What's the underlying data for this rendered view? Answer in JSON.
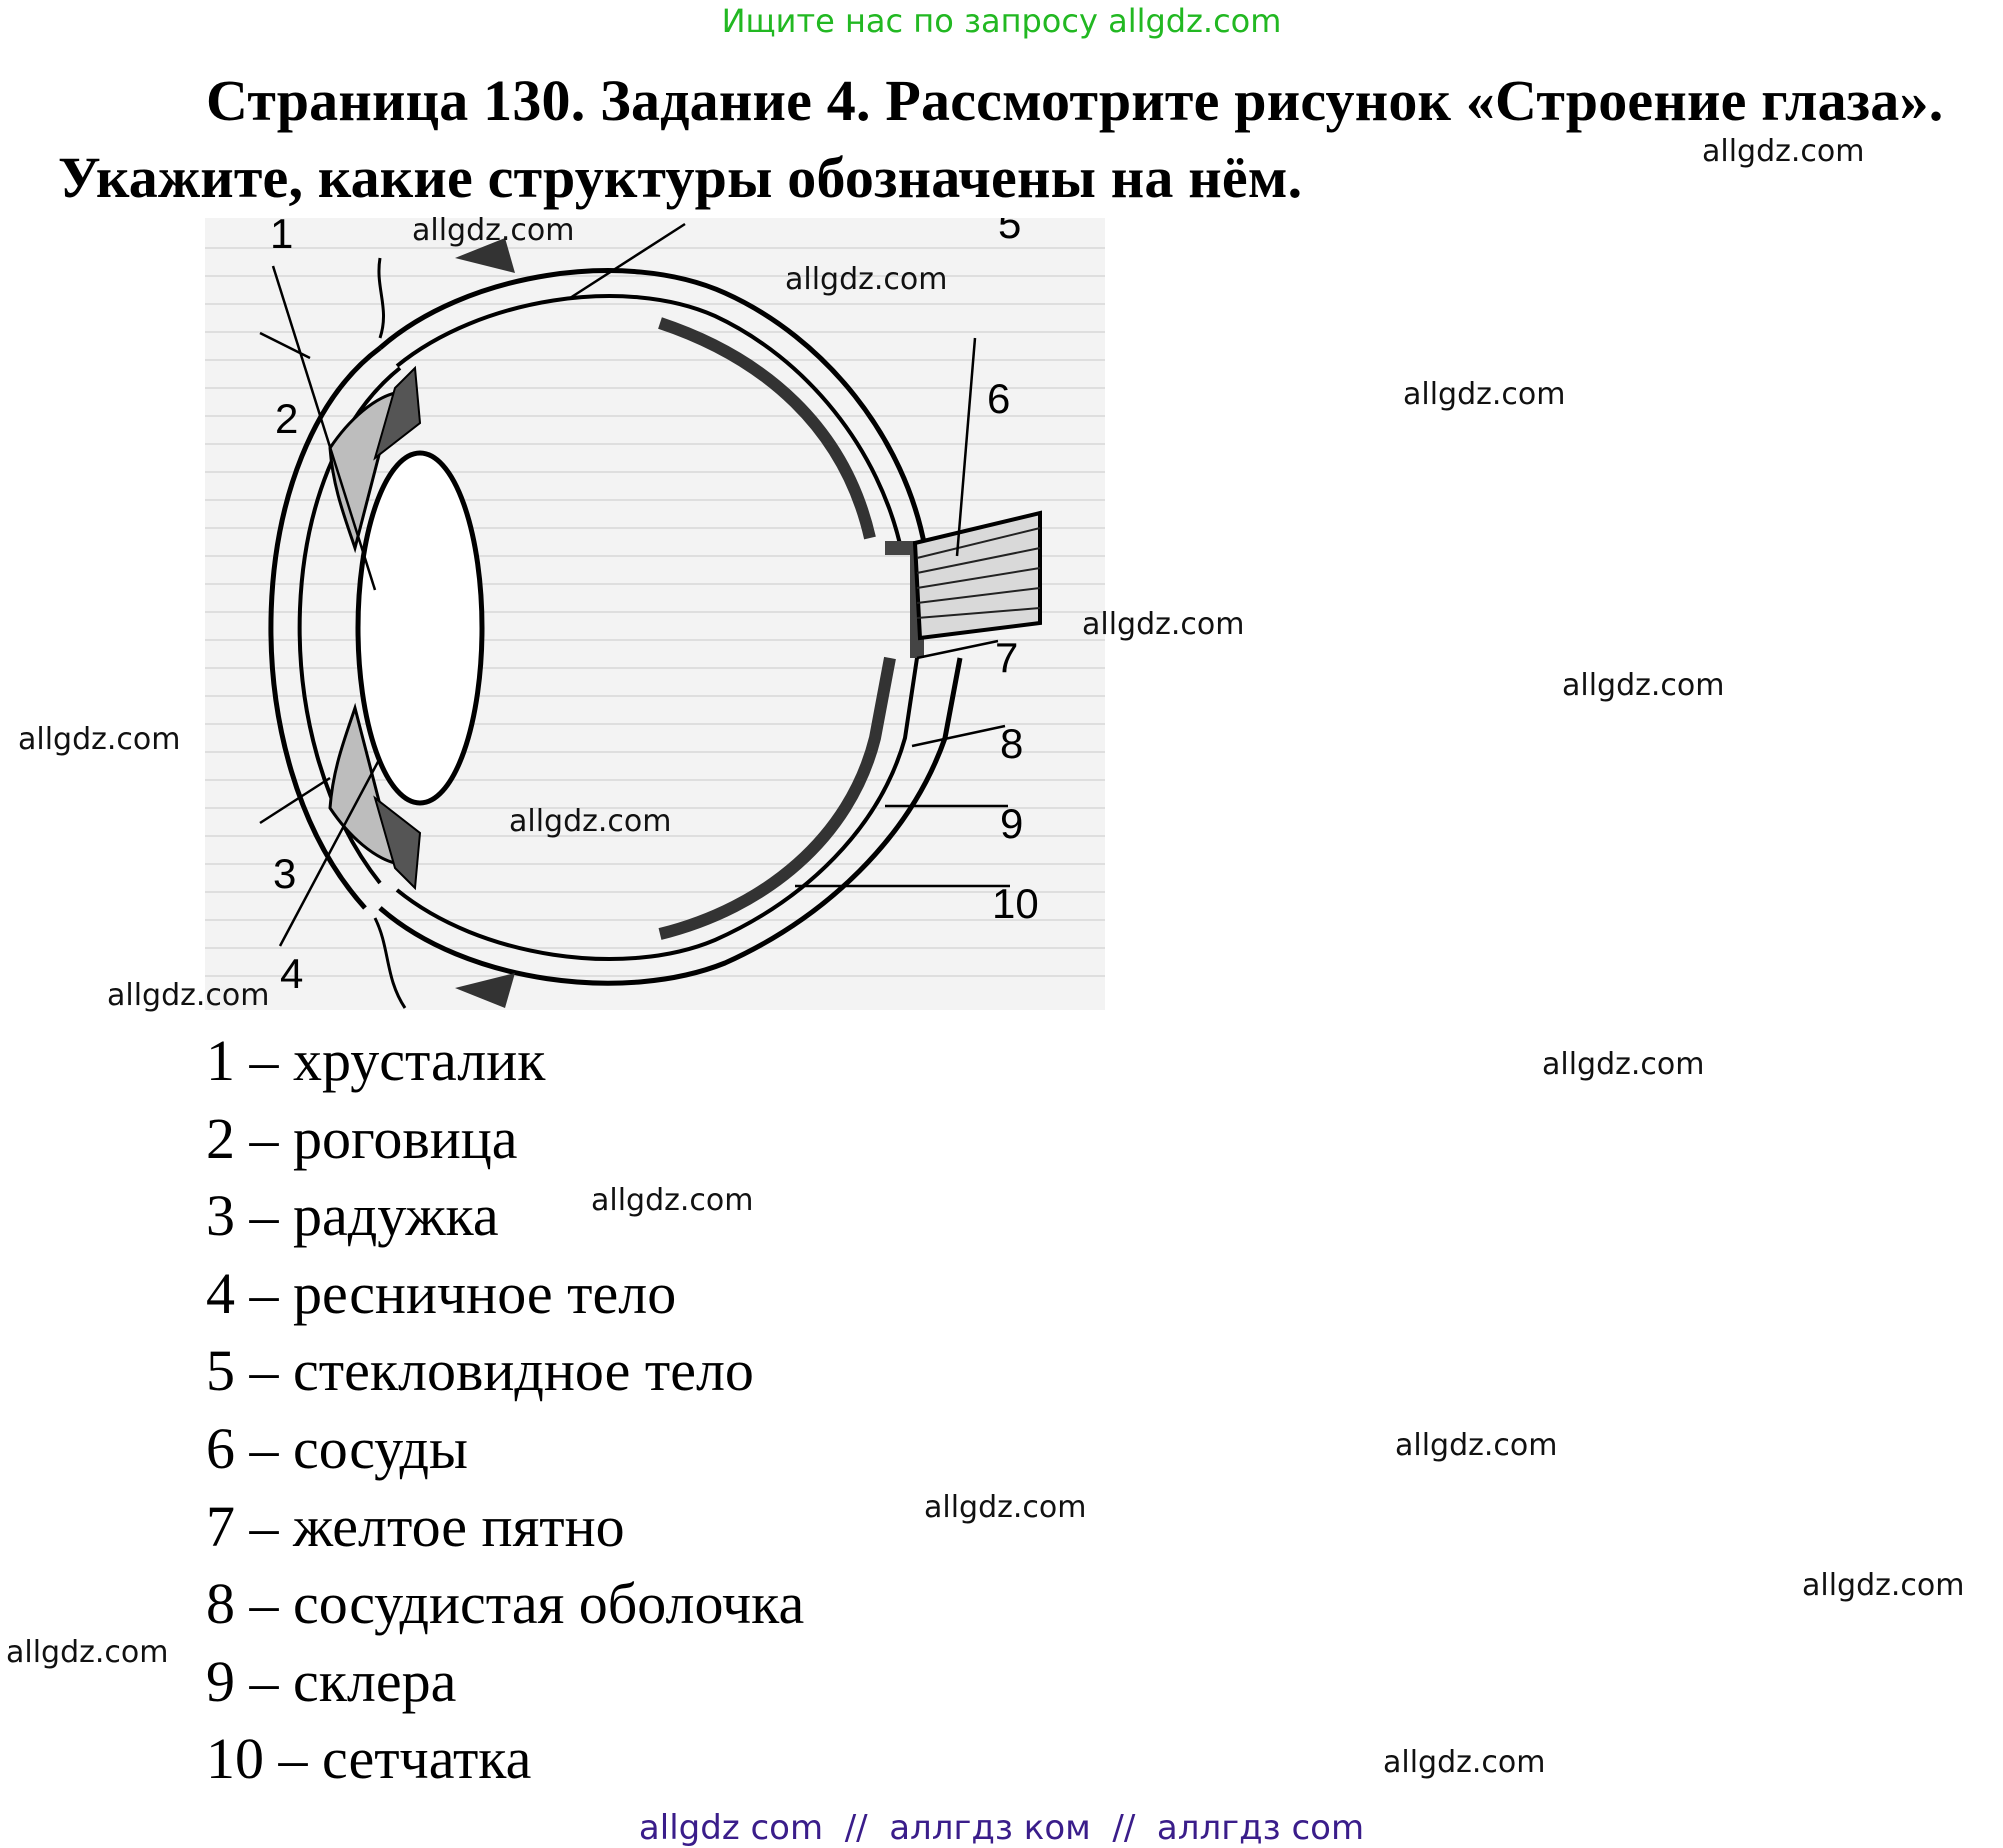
{
  "header": {
    "top_link": "Ищите нас по запросу allgdz.com",
    "title_line1": "Страница 130. Задание 4. Рассмотрите рисунок «Строение глаза».",
    "title_line2": "Укажите, какие структуры обозначены на нём."
  },
  "figure": {
    "labels": [
      "1",
      "2",
      "3",
      "4",
      "5",
      "6",
      "7",
      "8",
      "9",
      "10"
    ]
  },
  "answers": [
    "1 – хрусталик",
    "2 – роговица",
    "3 – радужка",
    "4 – ресничное тело",
    "5 – стекловидное тело",
    "6 – сосуды",
    "7 – желтое пятно",
    "8 – сосудистая оболочка",
    "9 – склера",
    "10 – сетчатка"
  ],
  "watermark": "allgdz.com",
  "footer": "allgdz com  //  аллгдз ком  //  аллгдз com"
}
